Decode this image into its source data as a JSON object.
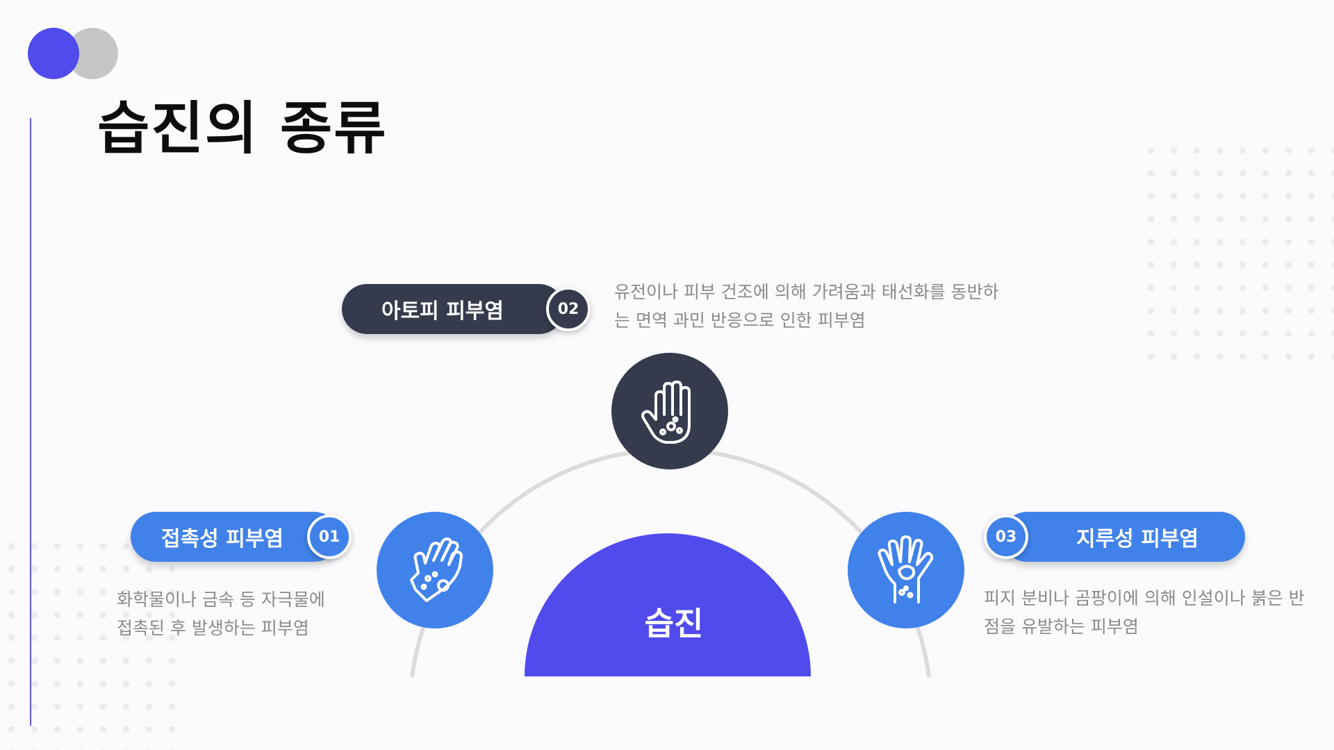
{
  "title": "습진의 종류",
  "center": {
    "label": "습진",
    "color": "#4f4bec"
  },
  "colors": {
    "accent_blue": "#4082ea",
    "dark": "#353a4d",
    "purple": "#4f4bec",
    "gray": "#c6c6c6"
  },
  "items": [
    {
      "number": "01",
      "label": "접촉성 피부염",
      "description": "화학물이나 금속 등 자극물에 접촉된 후 발생하는 피부염",
      "icon": "hand-contact-rash-icon"
    },
    {
      "number": "02",
      "label": "아토피 피부염",
      "description": "유전이나 피부 건조에 의해 가려움과 태선화를 동반하는 면역 과민 반응으로 인한 피부염",
      "icon": "hand-blisters-icon"
    },
    {
      "number": "03",
      "label": "지루성 피부염",
      "description": "피지 분비나 곰팡이에 의해 인설이나 붉은 반점을 유발하는 피부염",
      "icon": "hand-arm-rash-icon"
    }
  ]
}
